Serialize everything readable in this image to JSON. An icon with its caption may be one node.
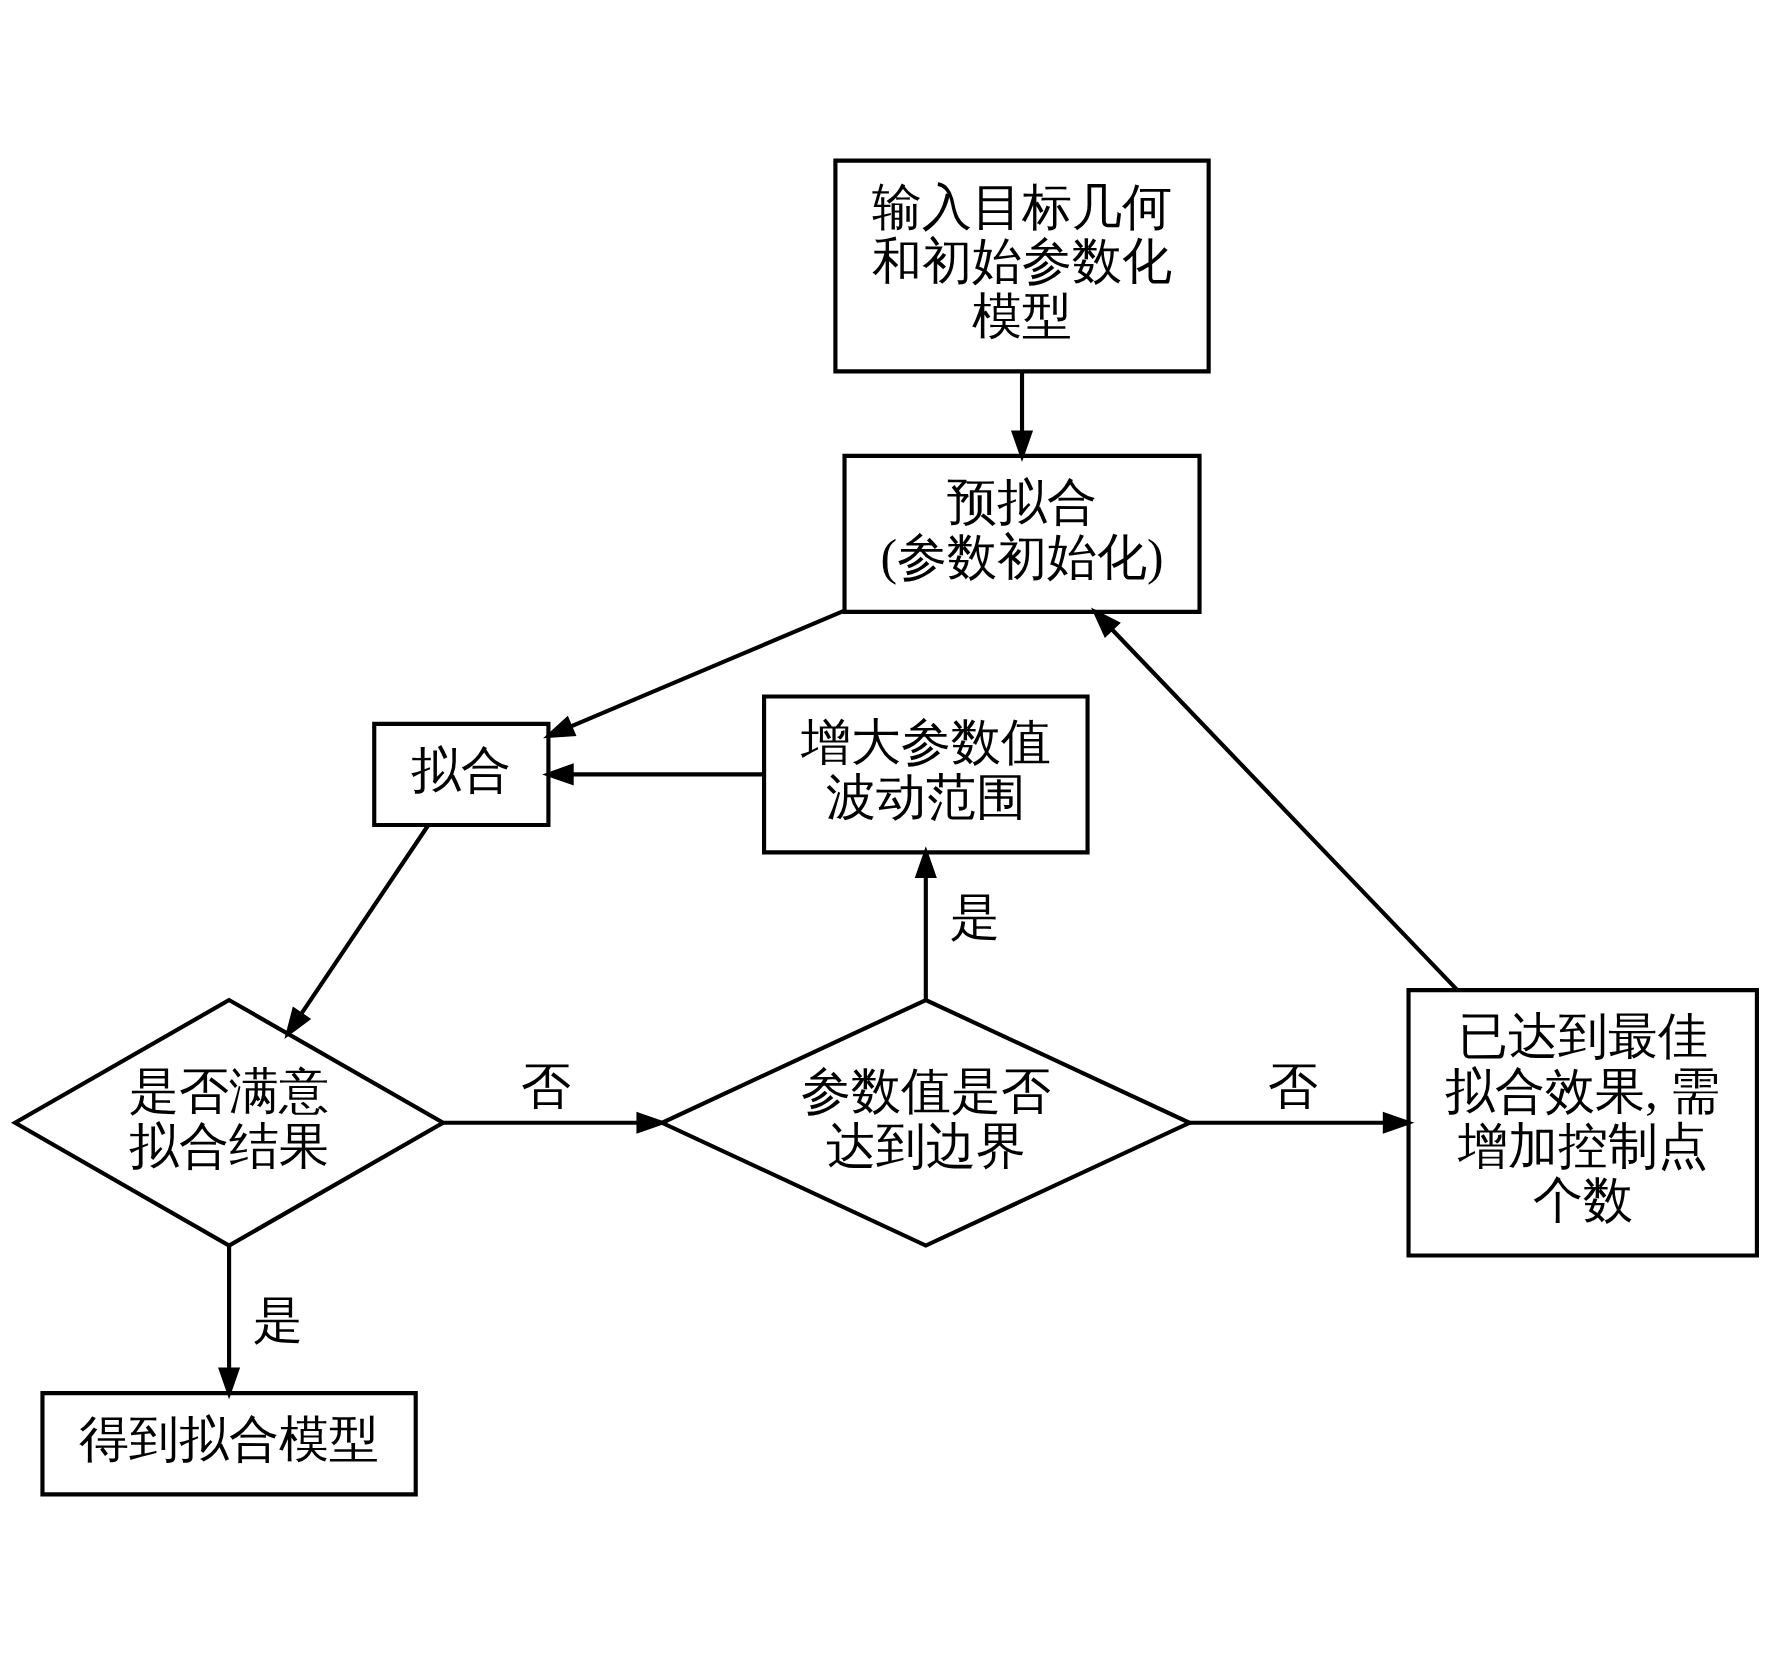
{
  "diagram": {
    "nodes": [
      {
        "text": [
          "输入目标几何和初始参数化模型"
        ]
      },
      {
        "text": [
          "预拟合(参数初始化)"
        ]
      },
      {
        "text": [
          "拟合"
        ]
      },
      {
        "text": [
          "是否满意拟合结果"
        ]
      },
      {
        "text": [
          "得到拟合模型"
        ]
      },
      {
        "text": [
          "参数值是否达到边界"
        ]
      },
      {
        "text": [
          "增大参数值波动范围"
        ]
      },
      {
        "text": [
          "已达到最佳拟合效果, 需增加控制点个数"
        ]
      }
    ],
    "edges": [
      {
        "from": 0,
        "to": 1,
        "arrow": "to"
      },
      {
        "from": 1,
        "to": 2,
        "arrow": "to"
      },
      {
        "from": 2,
        "to": 3,
        "arrow": "to"
      },
      {
        "from": 3,
        "to": 4,
        "arrow": "to",
        "label": "是"
      },
      {
        "from": 3,
        "to": 5,
        "arrow": "to",
        "label": "否"
      },
      {
        "from": 5,
        "to": 6,
        "arrow": "to",
        "label": "是"
      },
      {
        "from": 5,
        "to": 7,
        "arrow": "to",
        "label": "否"
      },
      {
        "from": 6,
        "to": 2,
        "arrow": "to"
      },
      {
        "from": 7,
        "to": 1,
        "arrow": "to"
      }
    ]
  }
}
